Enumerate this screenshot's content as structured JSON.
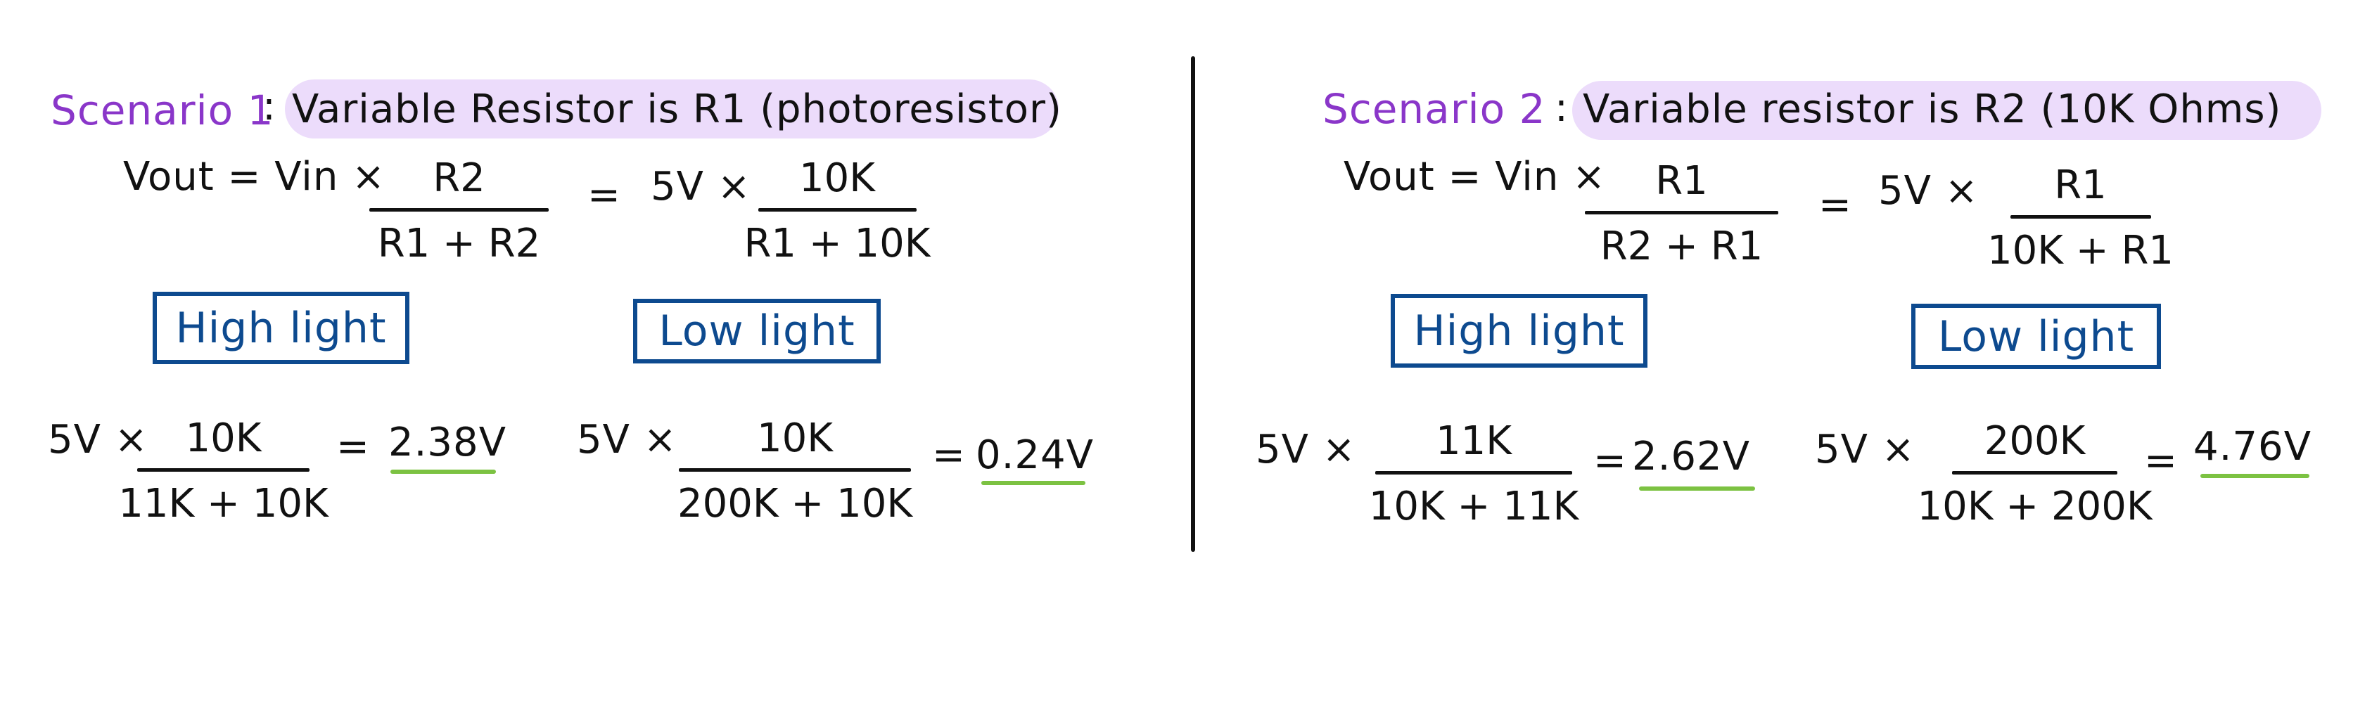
{
  "colors": {
    "scenario_label": "#8a36c9",
    "highlight_bg": "#ecdcfb",
    "box_border": "#0d4a8f",
    "result_underline": "#7cc242",
    "ink": "#111111"
  },
  "scenario1": {
    "label": "Scenario 1",
    "colon": ":",
    "title": "Variable Resistor is R1 (photoresistor)",
    "formula": {
      "lhs": "Vout = Vin ×",
      "frac1_num": "R2",
      "frac1_den": "R1 + R2",
      "equals": "=",
      "mid": "5V ×",
      "frac2_num": "10K",
      "frac2_den": "R1 + 10K"
    },
    "high_light": {
      "label": "High light",
      "prefix": "5V ×",
      "num": "10K",
      "den": "11K + 10K",
      "equals": "=",
      "result": "2.38V"
    },
    "low_light": {
      "label": "Low light",
      "prefix": "5V ×",
      "num": "10K",
      "den": "200K + 10K",
      "equals": "=",
      "result": "0.24V"
    }
  },
  "scenario2": {
    "label": "Scenario 2",
    "colon": ":",
    "title": "Variable resistor is R2 (10K Ohms)",
    "formula": {
      "lhs": "Vout = Vin ×",
      "frac1_num": "R1",
      "frac1_den": "R2 + R1",
      "equals": "=",
      "mid": "5V ×",
      "frac2_num": "R1",
      "frac2_den": "10K + R1"
    },
    "high_light": {
      "label": "High light",
      "prefix": "5V ×",
      "num": "11K",
      "den": "10K + 11K",
      "equals": "=",
      "result": "2.62V"
    },
    "low_light": {
      "label": "Low light",
      "prefix": "5V ×",
      "num": "200K",
      "den": "10K + 200K",
      "equals": "=",
      "result": "4.76V"
    }
  }
}
